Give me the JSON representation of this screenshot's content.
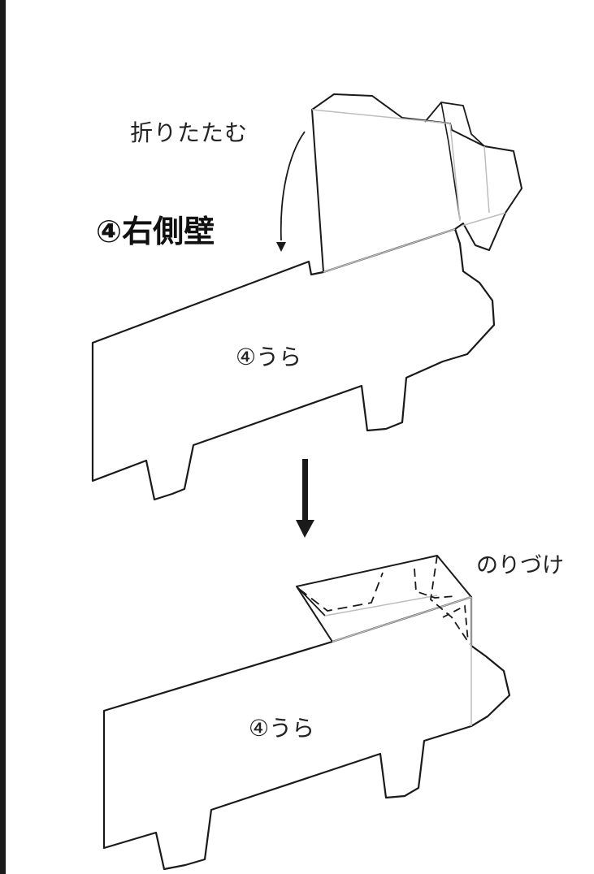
{
  "labels": {
    "fold": "折りたたむ",
    "part_title": "④右側壁",
    "back_top": "④うら",
    "glue": "のりづけ",
    "back_bottom": "④うら"
  },
  "colors": {
    "outline": "#1a1a1a",
    "fold_line": "#bdbdbd",
    "background": "#ffffff"
  }
}
